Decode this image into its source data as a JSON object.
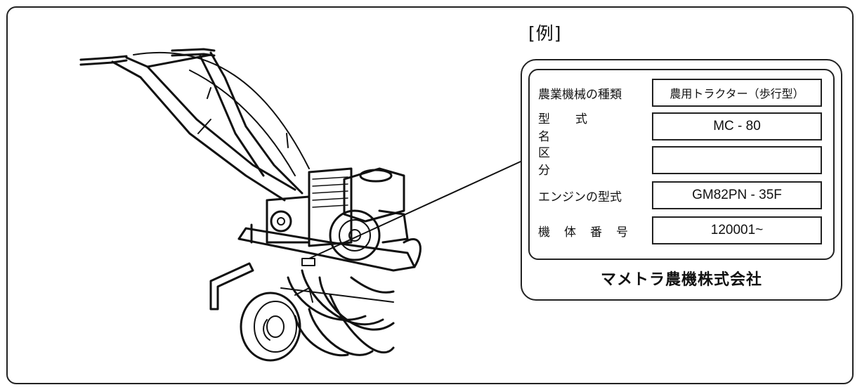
{
  "example_tag": "[例]",
  "nameplate": {
    "rows": [
      {
        "label": "農業機械の種類",
        "value": "農用トラクター（歩行型）"
      },
      {
        "label": "型式名",
        "value": "MC - 80"
      },
      {
        "label": "区分",
        "value": ""
      },
      {
        "label": "エンジンの型式",
        "value": "GM82PN - 35F"
      },
      {
        "label": "機体番号",
        "value": "120001~"
      }
    ],
    "maker": "マメトラ農機株式会社"
  }
}
